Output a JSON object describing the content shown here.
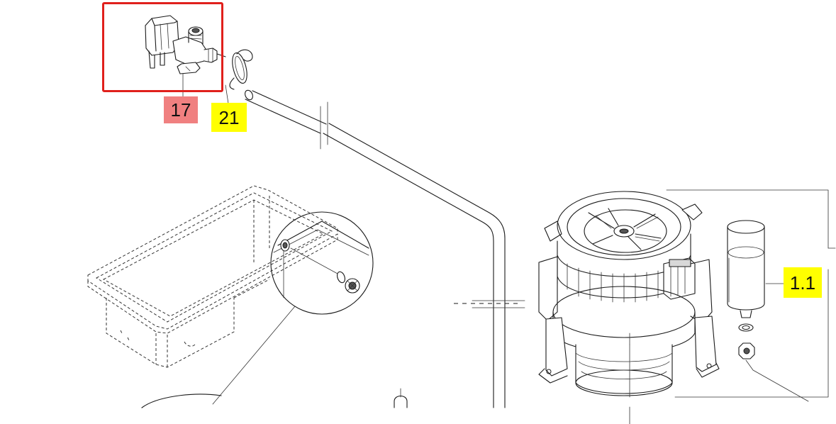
{
  "callouts": [
    {
      "id": "17",
      "label": "17",
      "highlight_color": "#f08080",
      "part": "solenoid-valve"
    },
    {
      "id": "21",
      "label": "21",
      "highlight_color": "#ffff00",
      "part": "hose-clamp"
    },
    {
      "id": "1.1",
      "label": "1.1",
      "highlight_color": "#ffff00",
      "part": "capacitor"
    }
  ],
  "selection_color": "#e0201c",
  "line_color": "#1a1a1a",
  "background": "#ffffff"
}
